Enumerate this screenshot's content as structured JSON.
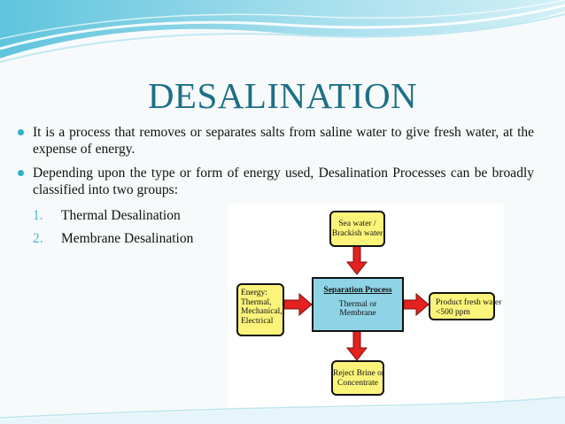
{
  "slide": {
    "title": "DESALINATION",
    "bullets": [
      "It is a process that removes or separates salts from saline water to give fresh water, at the expense of energy.",
      "Depending upon the type or form of energy used, Desalination Processes can be broadly classified into two groups:"
    ],
    "numbered_items": [
      {
        "number": "1.",
        "label": "Thermal Desalination"
      },
      {
        "number": "2.",
        "label": "Membrane Desalination"
      }
    ]
  },
  "diagram": {
    "input_line1": "Sea water /",
    "input_line2": "Brackish water",
    "energy_line1": "Energy:",
    "energy_line2": "Thermal,",
    "energy_line3": "Mechanical,",
    "energy_line4": "Electrical",
    "process_title": "Separation Process",
    "process_line1": "Thermal or",
    "process_line2": "Membrane",
    "product_line1": "Product fresh water",
    "product_line2": "<500 ppm",
    "reject_line1": "Reject Brine or",
    "reject_line2": "Concentrate"
  },
  "colors": {
    "title": "#1d6f86",
    "bullet_dot": "#2bb2cc",
    "box_yellow": "#fcf47a",
    "box_blue": "#8fd3e6",
    "arrow_red": "#e3211e"
  }
}
